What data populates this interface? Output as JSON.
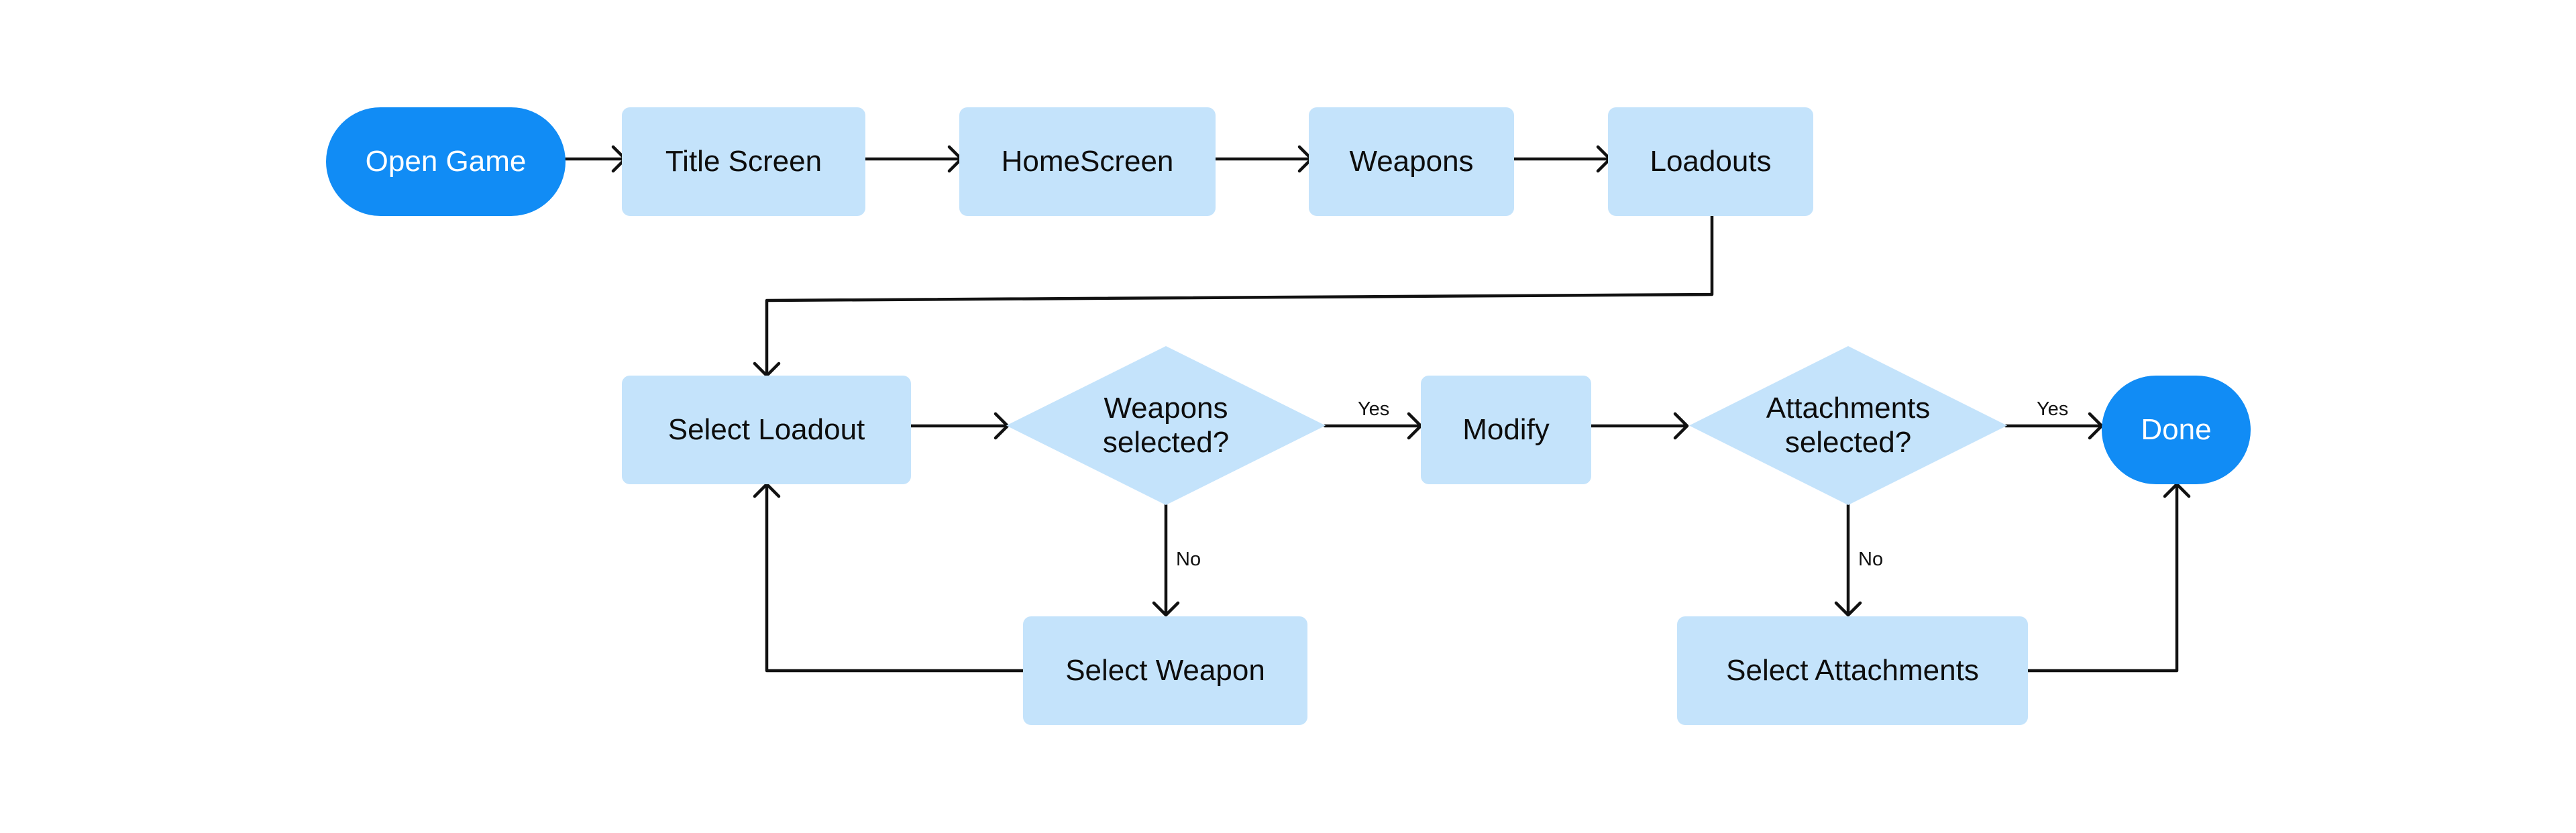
{
  "diagram": {
    "nodes": {
      "open_game": "Open Game",
      "title_screen": "Title Screen",
      "homescreen": "HomeScreen",
      "weapons": "Weapons",
      "loadouts": "Loadouts",
      "select_loadout": "Select Loadout",
      "weapons_selected": "Weapons\nselected?",
      "modify": "Modify",
      "attachments_selected": "Attachments\nselected?",
      "done": "Done",
      "select_weapon": "Select Weapon",
      "select_attachments": "Select Attachments"
    },
    "edge_labels": {
      "weapons_yes": "Yes",
      "weapons_no": "No",
      "attachments_yes": "Yes",
      "attachments_no": "No"
    },
    "colors": {
      "process_fill": "#c4e3fb",
      "terminal_fill": "#118cf5",
      "terminal_text": "#ffffff",
      "text": "#0d0d0d",
      "connector": "#111111"
    }
  }
}
